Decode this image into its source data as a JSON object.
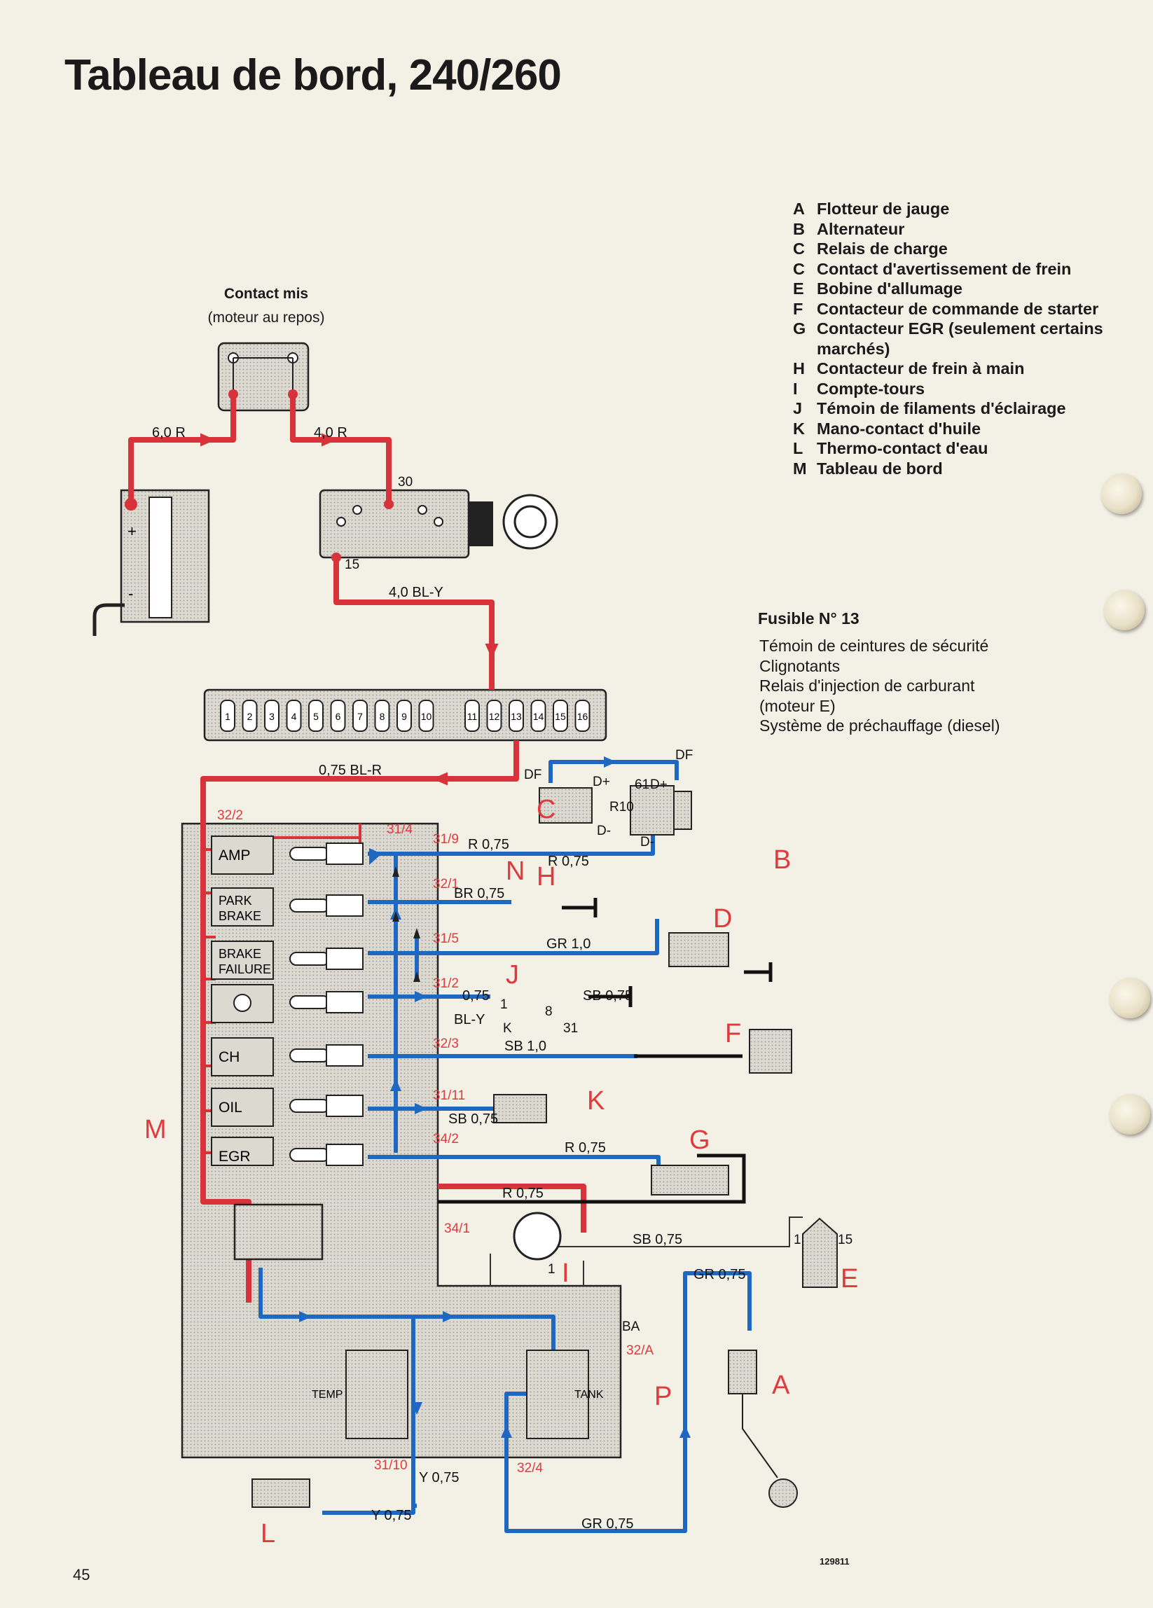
{
  "title": "Tableau de bord, 240/260",
  "legend": [
    {
      "key": "A",
      "text": "Flotteur de jauge"
    },
    {
      "key": "B",
      "text": "Alternateur"
    },
    {
      "key": "C",
      "text": "Relais de charge"
    },
    {
      "key": "C",
      "text": "Contact d'avertissement de frein"
    },
    {
      "key": "E",
      "text": "Bobine d'allumage"
    },
    {
      "key": "F",
      "text": "Contacteur de commande de starter"
    },
    {
      "key": "G",
      "text": "Contacteur EGR (seulement certains marchés)"
    },
    {
      "key": "H",
      "text": "Contacteur de frein à main"
    },
    {
      "key": "I",
      "text": "Compte-tours"
    },
    {
      "key": "J",
      "text": "Témoin de filaments d'éclairage"
    },
    {
      "key": "K",
      "text": "Mano-contact d'huile"
    },
    {
      "key": "L",
      "text": "Thermo-contact d'eau"
    },
    {
      "key": "M",
      "text": "Tableau de bord"
    }
  ],
  "fuse": {
    "title": "Fusible N° 13",
    "items": [
      "Témoin de ceintures de sécurité",
      "Clignotants",
      "Relais d'injection de carburant",
      "(moteur E)",
      "Système de préchauffage (diesel)"
    ]
  },
  "contact": {
    "title": "Contact mis",
    "subtitle": "(moteur au repos)"
  },
  "wires": {
    "w6r": "6,0 R",
    "w4r": "4,0 R",
    "w4bly": "4,0 BL-Y",
    "w075blr": "0,75 BL-R",
    "r075a": "R 0,75",
    "r075b": "R 0,75",
    "br075": "BR 0,75",
    "gr10": "GR 1,0",
    "w075": "0,75",
    "bly": "BL-Y",
    "sb075a": "SB 0,75",
    "sb10": "SB 1,0",
    "sb075b": "SB 0,75",
    "r075c": "R 0,75",
    "r075d": "R 0,75",
    "sb075c": "SB 0,75",
    "gr075a": "GR 0,75",
    "gr075b": "GR 0,75",
    "y075a": "Y 0,75",
    "y075b": "Y 0,75"
  },
  "terminals": {
    "t30": "30",
    "t15": "15",
    "t32_2": "32/2",
    "t31_4": "31/4",
    "t31_9": "31/9",
    "t32_1": "32/1",
    "t31_5": "31/5",
    "t31_2": "31/2",
    "t32_3": "32/3",
    "t31_11": "31/11",
    "t34_2": "34/2",
    "t34_1": "34/1",
    "t32a": "32/A",
    "ba": "BA",
    "t31_10": "31/10",
    "t32_4": "32/4",
    "df1": "DF",
    "df2": "DF",
    "dplus1": "D+",
    "dplus2": "D+",
    "dminus1": "D-",
    "dminus2": "D-",
    "t61": "61",
    "r10": "R10",
    "k1": "1",
    "k8": "8",
    "k31": "31",
    "kk": "K",
    "e1": "1",
    "e15": "15",
    "i1": "1",
    "plus": "+",
    "minus": "-"
  },
  "warning_lamps": [
    "AMP",
    "PARK BRAKE",
    "BRAKE FAILURE",
    "",
    "CH",
    "OIL",
    "EGR"
  ],
  "gauges": {
    "temp": "TEMP",
    "tank": "TANK"
  },
  "fuses": [
    "1",
    "2",
    "3",
    "4",
    "5",
    "6",
    "7",
    "8",
    "9",
    "10",
    "11",
    "12",
    "13",
    "14",
    "15",
    "16"
  ],
  "component_letters": {
    "A": "A",
    "B": "B",
    "C": "C",
    "D": "D",
    "E": "E",
    "F": "F",
    "G": "G",
    "H": "H",
    "I": "I",
    "J": "J",
    "K": "K",
    "L": "L",
    "M": "M",
    "N": "N",
    "P": "P"
  },
  "page_number": "45",
  "reference": "129811",
  "colors": {
    "red_wire": "#d8323b",
    "blue_wire": "#1f68c2",
    "red_label": "#e03a3e",
    "panel": "#d9d6cf"
  }
}
